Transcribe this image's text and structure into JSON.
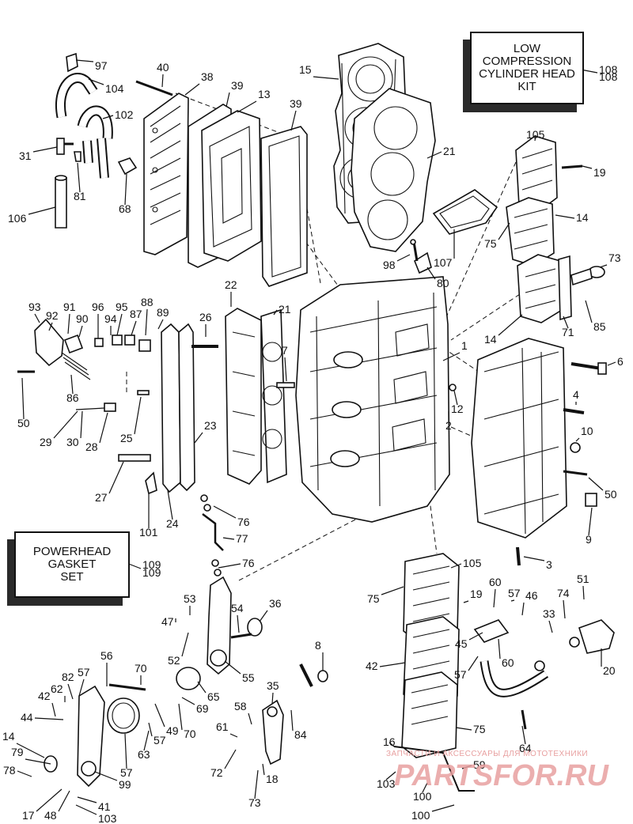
{
  "kits": [
    {
      "lines": [
        "LOW",
        "COMPRESSION",
        "CYLINDER HEAD",
        "KIT"
      ],
      "number": "108"
    },
    {
      "lines": [
        "POWERHEAD",
        "GASKET",
        "SET"
      ],
      "number": "109"
    }
  ],
  "callouts": [
    "97",
    "40",
    "104",
    "38",
    "39",
    "13",
    "39",
    "15",
    "102",
    "31",
    "81",
    "68",
    "106",
    "21",
    "108",
    "105",
    "19",
    "14",
    "75",
    "73",
    "98",
    "107",
    "80",
    "85",
    "71",
    "14",
    "22",
    "93",
    "92",
    "91",
    "90",
    "96",
    "94",
    "95",
    "88",
    "87",
    "89",
    "26",
    "21",
    "7",
    "1",
    "6",
    "86",
    "50",
    "12",
    "2",
    "4",
    "10",
    "29",
    "30",
    "28",
    "25",
    "23",
    "27",
    "101",
    "24",
    "76",
    "77",
    "76",
    "50",
    "9",
    "3",
    "109",
    "105",
    "75",
    "19",
    "60",
    "57",
    "46",
    "74",
    "51",
    "53",
    "47",
    "54",
    "36",
    "8",
    "33",
    "45",
    "60",
    "52",
    "55",
    "57",
    "20",
    "56",
    "57",
    "70",
    "65",
    "62",
    "82",
    "69",
    "49",
    "35",
    "58",
    "44",
    "42",
    "57",
    "70",
    "84",
    "42",
    "75",
    "14",
    "61",
    "79",
    "63",
    "57",
    "64",
    "16",
    "72",
    "78",
    "99",
    "59",
    "18",
    "103",
    "73",
    "100",
    "17",
    "48",
    "41",
    "103",
    "100",
    "85"
  ],
  "watermark": {
    "top": "ЗАПЧАСТИ И АКСЕССУАРЫ ДЛЯ МОТОТЕХНИКИ",
    "main": "PARTSFOR.RU",
    "color": "#e8a0a0"
  }
}
